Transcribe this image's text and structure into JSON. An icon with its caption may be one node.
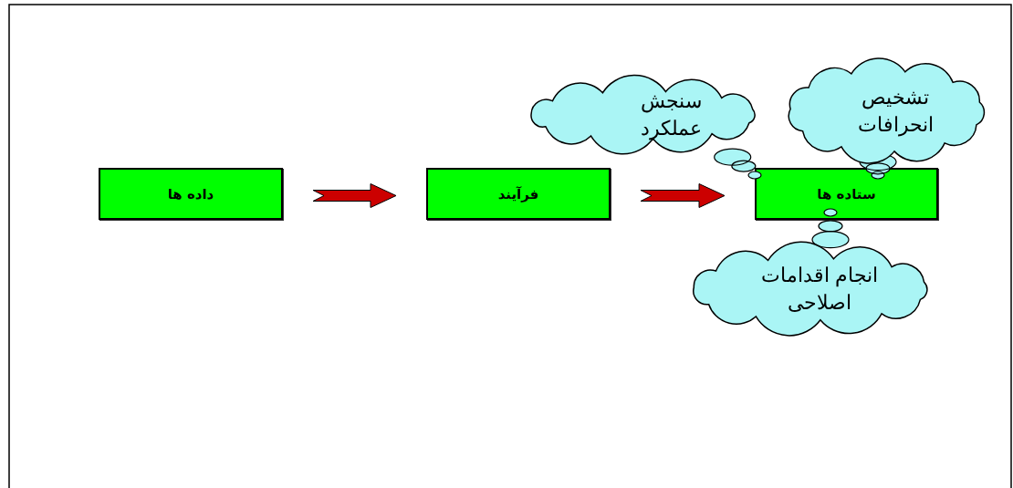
{
  "diagram": {
    "nodes": [
      {
        "text": [
          "داده ها"
        ]
      },
      {
        "text": [
          "فرآیند"
        ]
      },
      {
        "text": [
          "ستاده ها"
        ]
      },
      {
        "text": [
          "سنجش عملکرد"
        ]
      },
      {
        "text": [
          "تشخیص انحرافات"
        ]
      },
      {
        "text": [
          "انجام اقدامات اصلاحی"
        ]
      }
    ],
    "edges": [
      {
        "from": 0,
        "to": 1,
        "arrow": "to"
      },
      {
        "from": 1,
        "to": 2,
        "arrow": "to"
      },
      {
        "from": 3,
        "to": 2,
        "arrow": "none"
      },
      {
        "from": 4,
        "to": 2,
        "arrow": "none"
      },
      {
        "from": 5,
        "to": 2,
        "arrow": "none"
      }
    ]
  }
}
